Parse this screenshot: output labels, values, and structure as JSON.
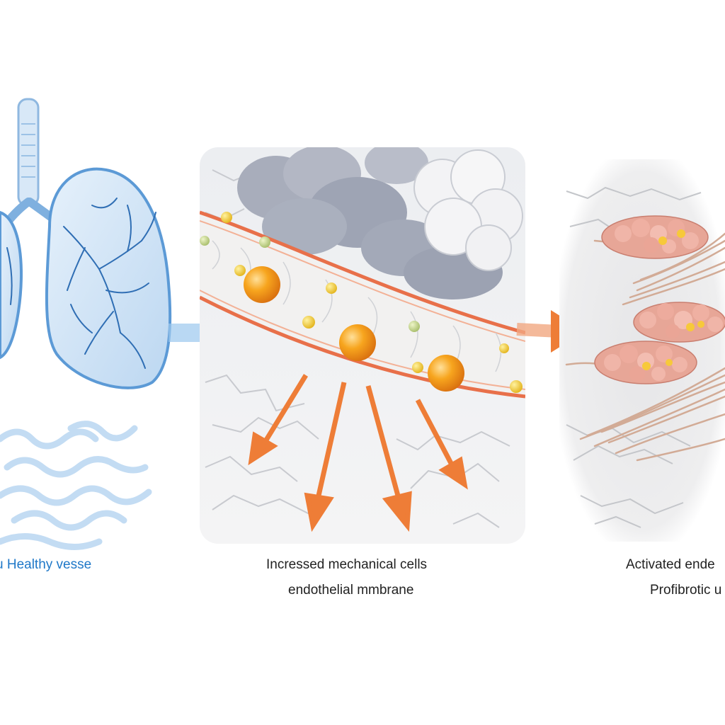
{
  "panels": {
    "left": {
      "caption": "u Healthy vesse",
      "icon": "lung-icon"
    },
    "middle": {
      "caption_line1": "Incressed mechanical cells",
      "caption_line2": "endothelial mmbrane",
      "icon": "vessel-wall-icon"
    },
    "right": {
      "caption_line1": "Activated ende",
      "caption_line2": "Profibrotic u",
      "icon": "fibrotic-tissue-icon"
    }
  },
  "colors": {
    "healthy_blue": "#3a8fd6",
    "lung_fill": "#cfe3f6",
    "orange_arrow": "#ee7d37",
    "particle_orange": "#f5a11c",
    "vessel_stripe": "#e8704a",
    "tissue_gray": "#e4e4e6",
    "fibroblast_pink": "#e89a8c",
    "fiber_beige": "#d9b9a6"
  }
}
